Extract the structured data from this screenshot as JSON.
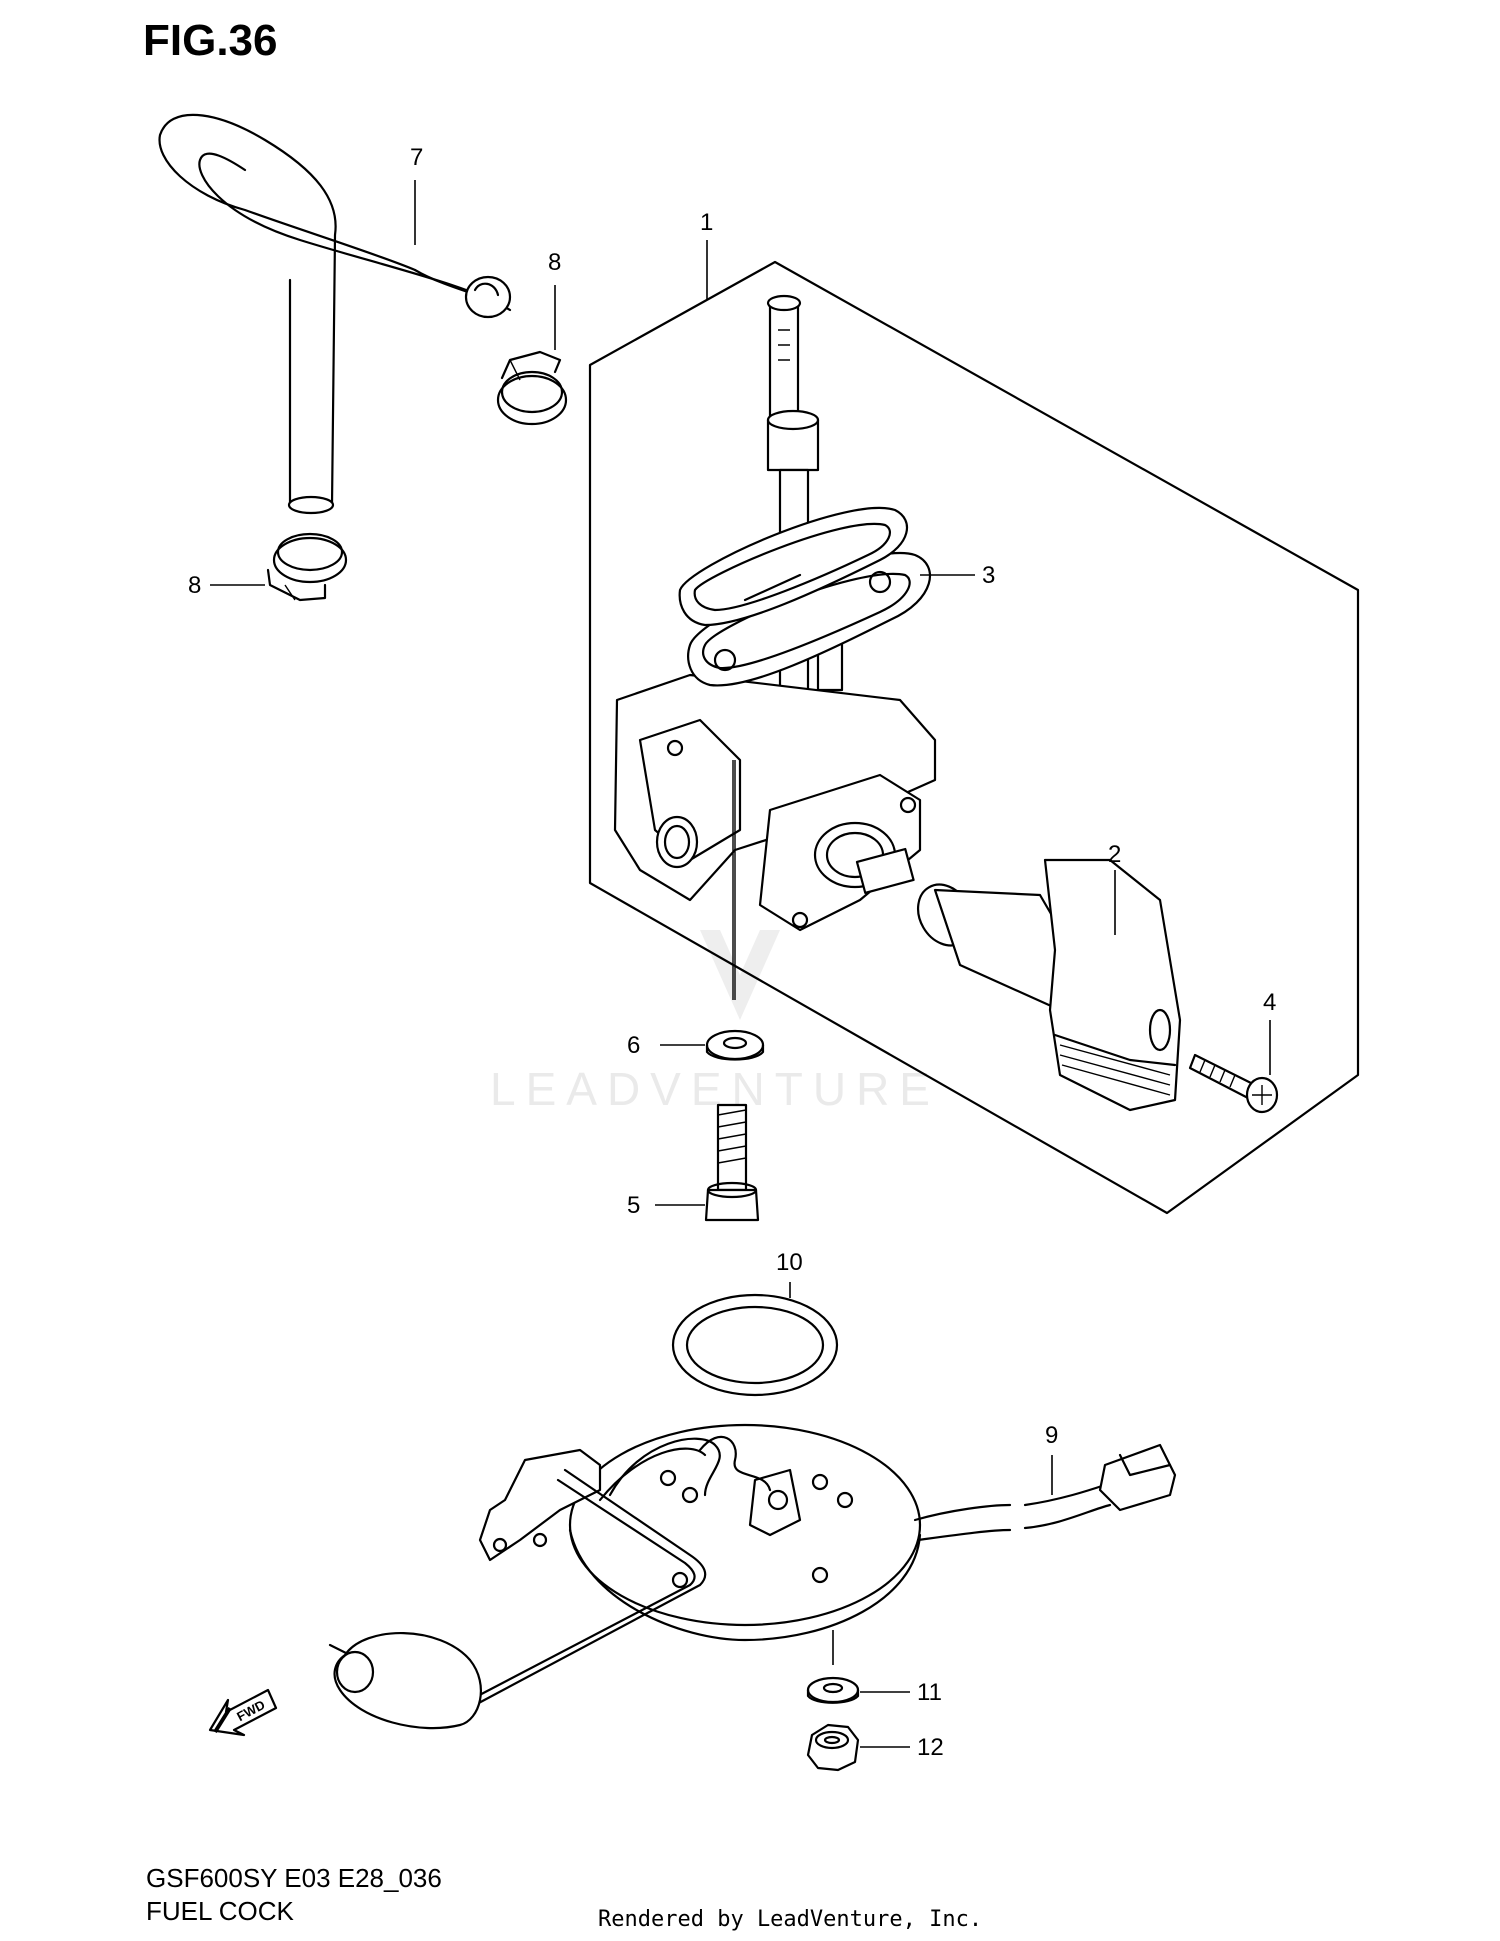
{
  "figure": {
    "title": "FIG.36",
    "model_code": "GSF600SY E03 E28_036",
    "section_name": "FUEL COCK",
    "credit": "Rendered by LeadVenture, Inc.",
    "watermark": "LEADVENTURE",
    "fwd_label": "FWD"
  },
  "callouts": {
    "c1": "1",
    "c2": "2",
    "c3": "3",
    "c4": "4",
    "c5": "5",
    "c6": "6",
    "c7": "7",
    "c8a": "8",
    "c8b": "8",
    "c9": "9",
    "c10": "10",
    "c11": "11",
    "c12": "12"
  }
}
